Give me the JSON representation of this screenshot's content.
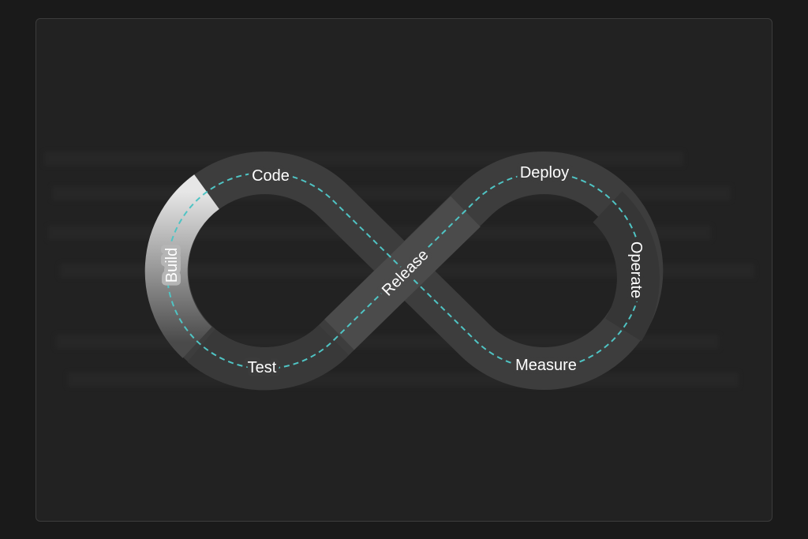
{
  "diagram": {
    "title": "DevOps infinity loop",
    "stages": {
      "code": "Code",
      "build": "Build",
      "test": "Test",
      "release": "Release",
      "deploy": "Deploy",
      "operate": "Operate",
      "measure": "Measure"
    },
    "colors": {
      "background": "#1a1a1a",
      "card": "#222222",
      "band": "#3f3f3f",
      "band_light": "#4a4a4a",
      "dash": "#4fc4c4",
      "text": "#ffffff"
    }
  }
}
